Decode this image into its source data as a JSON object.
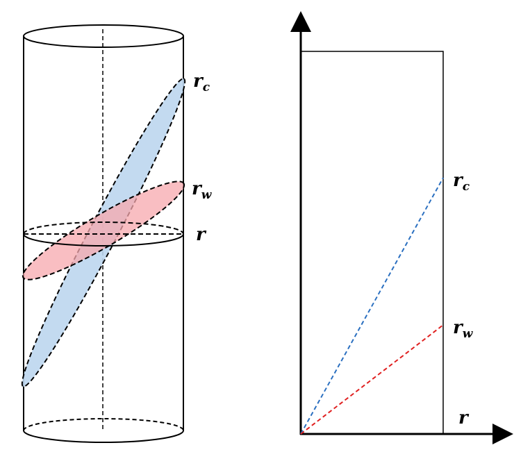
{
  "left_figure": {
    "labels": {
      "rc_main": "r",
      "rc_sub": "c",
      "rw_main": "r",
      "rw_sub": "w",
      "r": "r"
    }
  },
  "right_figure": {
    "labels": {
      "rc_main": "r",
      "rc_sub": "c",
      "rw_main": "r",
      "rw_sub": "w",
      "r": "r"
    }
  },
  "colors": {
    "blue_fill": "#bcd6ee",
    "red_fill": "#f7b8bc",
    "blue_line": "#2a6fc0",
    "red_line": "#e02020"
  }
}
